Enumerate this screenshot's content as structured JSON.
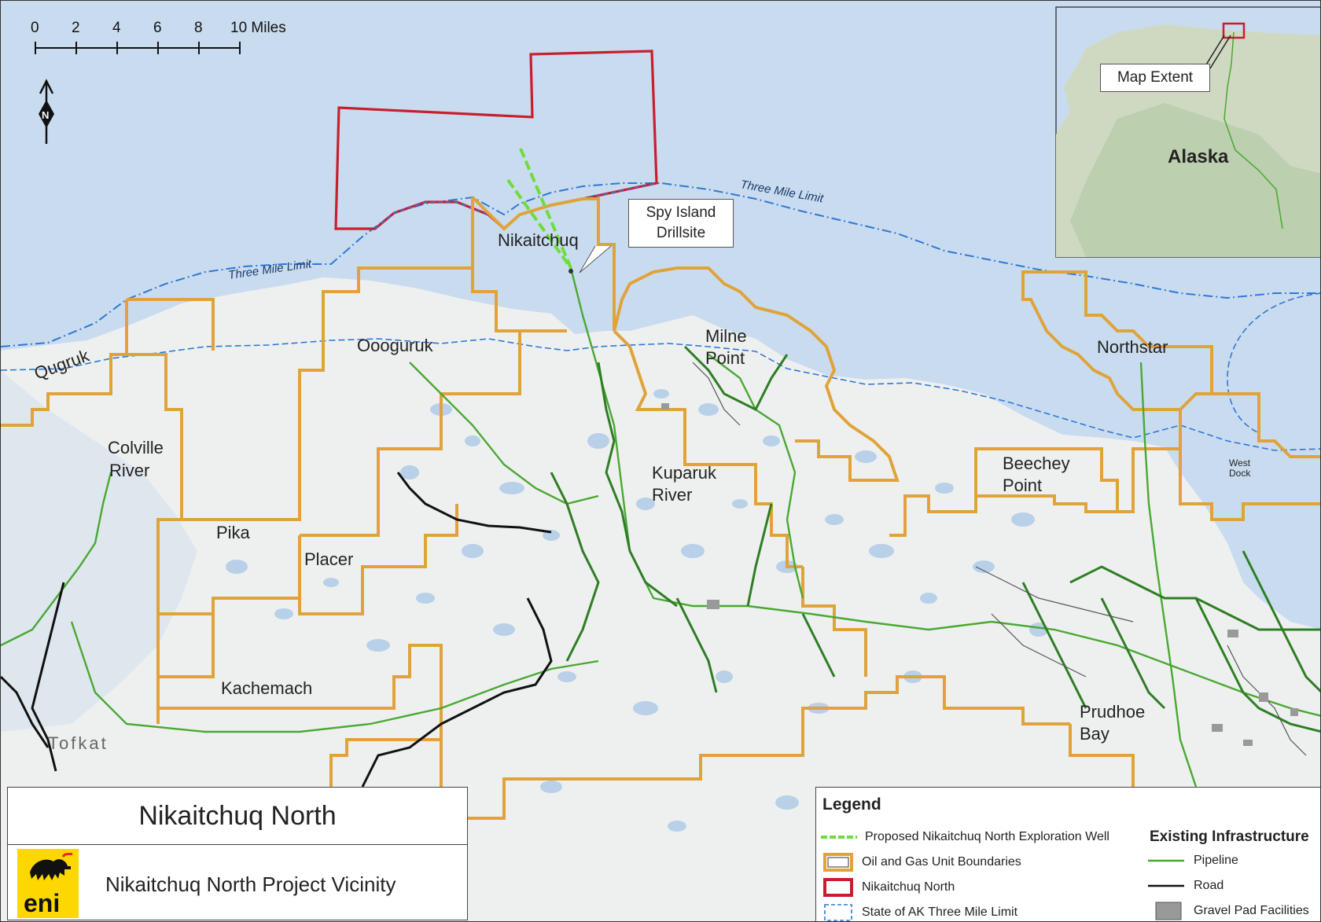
{
  "map": {
    "scale": {
      "ticks": [
        "0",
        "2",
        "4",
        "6",
        "8",
        "10 Miles"
      ]
    },
    "north_symbol": "N",
    "labels": {
      "nikaitchuq": "Nikaitchuq",
      "oooguruk": "Oooguruk",
      "qugruk": "Qugruk",
      "colville_1": "Colville",
      "colville_2": "River",
      "pika": "Pika",
      "placer": "Placer",
      "kachemach": "Kachemach",
      "tofkat": "Tofkat",
      "milne_1": "Milne",
      "milne_2": "Point",
      "kuparuk_1": "Kuparuk",
      "kuparuk_2": "River",
      "beechey_1": "Beechey",
      "beechey_2": "Point",
      "northstar": "Northstar",
      "prudhoe_1": "Prudhoe",
      "prudhoe_2": "Bay",
      "west_dock_1": "West",
      "west_dock_2": "Dock",
      "three_mile_left": "Three Mile Limit",
      "three_mile_right": "Three Mile Limit"
    },
    "callout": {
      "line1": "Spy Island",
      "line2": "Drillsite"
    }
  },
  "inset": {
    "region_label": "Alaska",
    "callout": "Map Extent"
  },
  "title_block": {
    "title": "Nikaitchuq North",
    "subtitle": "Nikaitchuq North Project Vicinity",
    "logo_text": "eni"
  },
  "legend": {
    "title": "Legend",
    "items": [
      "Proposed Nikaitchuq North Exploration Well",
      "Oil and Gas Unit Boundaries",
      "Nikaitchuq North",
      "State of AK Three Mile Limit"
    ],
    "infra_heading": "Existing Infrastructure",
    "infra_items": [
      "Pipeline",
      "Road",
      "Gravel Pad Facilities"
    ]
  },
  "colors": {
    "water": "#c9dcef",
    "land": "#eef0f0",
    "lake": "#b8d0e8",
    "unit_boundary": "#e0a33a",
    "nikaitchuq_north": "#c81e2e",
    "three_mile": "#2f78d6",
    "pipeline": "#4aa832",
    "pipeline_dark": "#2f7d24",
    "road": "#111111",
    "proposed_well": "#6ddd3a",
    "gravel_pad": "#999999"
  }
}
